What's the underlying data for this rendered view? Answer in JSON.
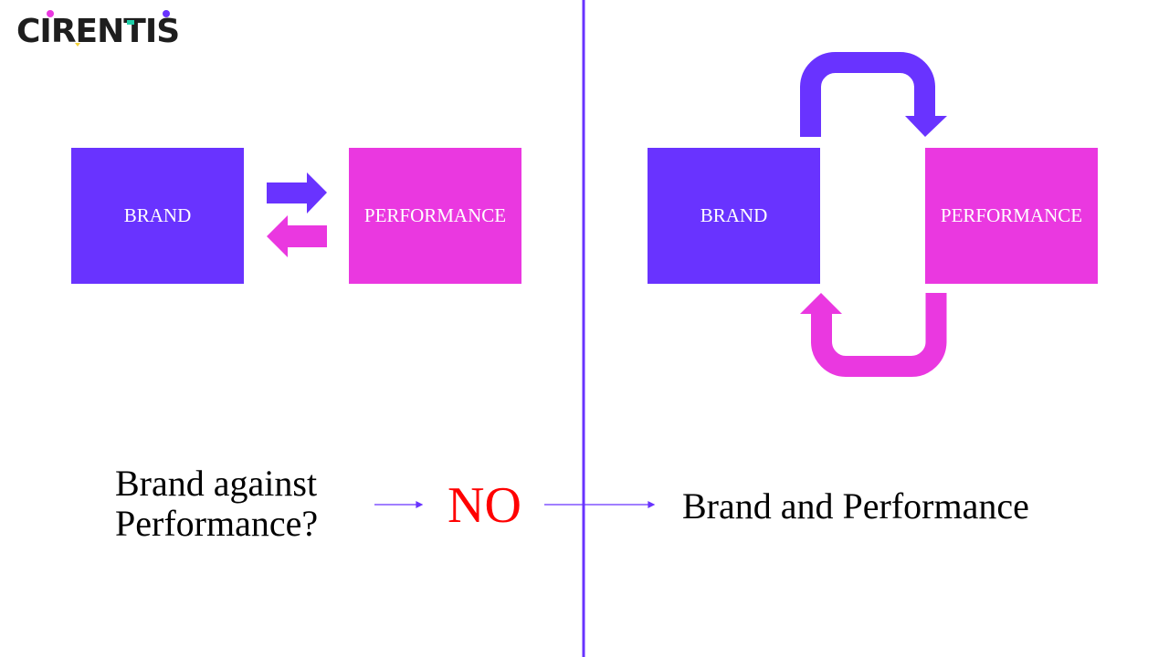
{
  "logo": {
    "text": "CIRENTIS"
  },
  "left_panel": {
    "box1": "BRAND",
    "box2": "PERFORMANCE",
    "question": [
      "Brand against",
      "Performance?"
    ]
  },
  "middle": {
    "answer": "NO"
  },
  "right_panel": {
    "box1": "BRAND",
    "box2": "PERFORMANCE",
    "conclusion": "Brand and Performance"
  },
  "colors": {
    "brand": "#6933ff",
    "performance": "#ea38e0",
    "no": "#ff0000"
  }
}
